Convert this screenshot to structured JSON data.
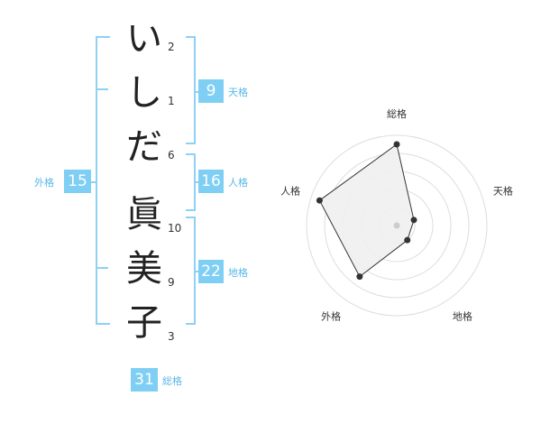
{
  "name": {
    "chars": [
      {
        "char": "い",
        "strokes": "2"
      },
      {
        "char": "し",
        "strokes": "1"
      },
      {
        "char": "だ",
        "strokes": "6"
      },
      {
        "char": "眞",
        "strokes": "10"
      },
      {
        "char": "美",
        "strokes": "9"
      },
      {
        "char": "子",
        "strokes": "3"
      }
    ]
  },
  "grids": {
    "tenkaku": {
      "value": "9",
      "label": "天格"
    },
    "jinkaku": {
      "value": "16",
      "label": "人格"
    },
    "chikaku": {
      "value": "22",
      "label": "地格"
    },
    "gaikaku": {
      "value": "15",
      "label": "外格"
    },
    "soukaku": {
      "value": "31",
      "label": "総格"
    }
  },
  "chart_data": {
    "type": "radar",
    "axes": [
      "総格",
      "天格",
      "地格",
      "外格",
      "人格"
    ],
    "values": [
      0.9,
      0.2,
      0.2,
      0.7,
      0.9
    ],
    "max": 1,
    "rings": 5
  },
  "colors": {
    "accent": "#7fcff5",
    "bracket": "#8fd0f5",
    "label": "#58b8e8",
    "radar_fill": "#f0f0f0"
  }
}
